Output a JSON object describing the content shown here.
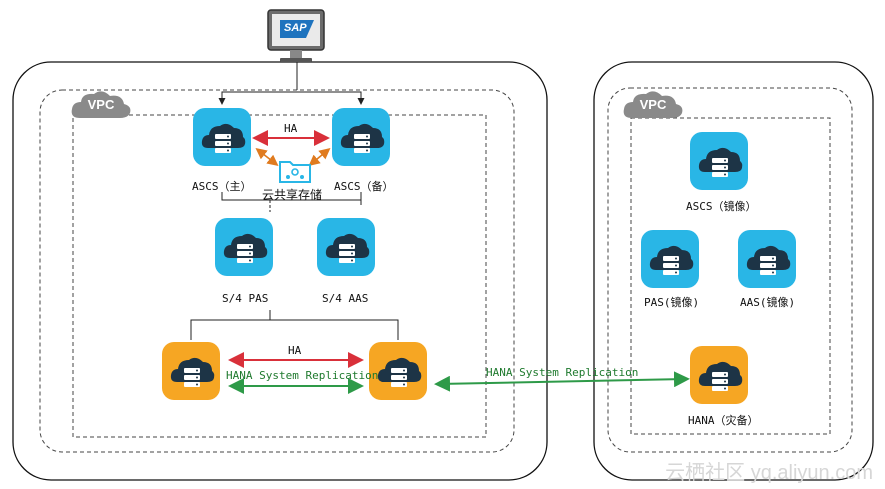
{
  "vpc_left": {
    "label": "VPC"
  },
  "vpc_right": {
    "label": "VPC"
  },
  "sap_logo": {
    "text": "SAP"
  },
  "ha_top": "HA",
  "ha_bottom": "HA",
  "hana_repl_inner": "HANA System Replication",
  "hana_repl_cross": "HANA System Replication",
  "shared_storage": "云共享存储",
  "nodes": {
    "ascs_primary": "ASCS（主）",
    "ascs_standby": "ASCS（备）",
    "pas": "S/4 PAS",
    "aas": "S/4 AAS",
    "hana_primary": "",
    "hana_secondary": "",
    "ascs_mirror": "ASCS（镜像）",
    "pas_mirror": "PAS(镜像)",
    "aas_mirror": "AAS(镜像)",
    "hana_dr": "HANA（灾备）"
  },
  "watermark": "云栖社区 yq.aliyun.com",
  "colors": {
    "server_blue": "#29b6e6",
    "server_orange": "#f6a623",
    "ha_arrow": "#d9303a",
    "replication_arrow": "#2e9a48",
    "storage_arrow": "#e07b1f"
  }
}
